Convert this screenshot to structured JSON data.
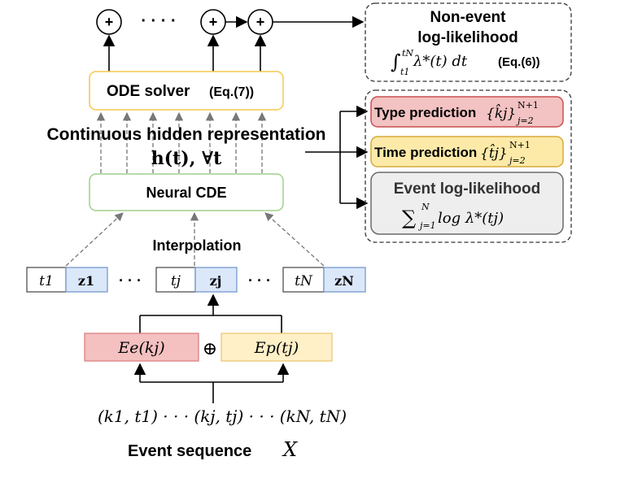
{
  "colors": {
    "ode_border": "#f4c84a",
    "cde_border": "#9ed08a",
    "type_fill": "#f3c2c2",
    "type_border": "#c94f4f",
    "time_fill": "#fdeaa8",
    "time_border": "#d6aa3a",
    "event_fill": "#eeeeee",
    "event_border": "#6b6b6b",
    "z_fill": "#dbe8fa",
    "z_border": "#6b93c8",
    "emb_e_fill": "#f5c0c0",
    "emb_e_border": "#d87a7a",
    "emb_p_fill": "#fff0c8",
    "emb_p_border": "#e8c46a"
  },
  "plus_symbol": "+",
  "dots": "· · · ·",
  "non_event": {
    "line1": "Non-event",
    "line2": "log-likelihood",
    "integral": "∫",
    "upper": "tN",
    "lower": "t1",
    "expr": " λ*(t) dt",
    "eq": "(Eq.(6))"
  },
  "ode_solver": {
    "label": "ODE solver",
    "eq": "(Eq.(7))"
  },
  "hidden": {
    "label": "Continuous hidden representation",
    "formula": "h(t), ∀t"
  },
  "neural_cde": {
    "label": "Neural CDE"
  },
  "type_prediction": {
    "label": "Type prediction",
    "set": "{k̂j}",
    "sup": "N+1",
    "sub": "j=2"
  },
  "time_prediction": {
    "label": "Time prediction",
    "set": "{t̂j}",
    "sup": "N+1",
    "sub": "j=2"
  },
  "event_ll": {
    "label": "Event log-likelihood",
    "sum": "∑",
    "sum_sup": "N",
    "sum_sub": "j=1",
    "expr": " log λ*(tj)"
  },
  "interpolation": {
    "label": "Interpolation"
  },
  "sequence_tokens": {
    "t1": "t1",
    "z1": "z1",
    "tj": "tj",
    "zj": "zj",
    "tN": "tN",
    "zN": "zN",
    "dots": "· · ·"
  },
  "embeddings": {
    "type_emb": "Ee(kj)",
    "time_emb": "Ep(tj)",
    "oplus": "⊕"
  },
  "event_pairs": "(k1, t1) · · · (kj, tj) · · · (kN, tN)",
  "event_sequence": {
    "label": "Event sequence",
    "var": "X"
  }
}
